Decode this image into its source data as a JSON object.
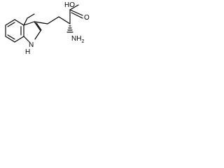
{
  "structure": {
    "labels": {
      "oh": "HO",
      "nh2": "NH",
      "nh2_sub": "2",
      "nh": "H",
      "n": "N",
      "o": "O"
    }
  }
}
